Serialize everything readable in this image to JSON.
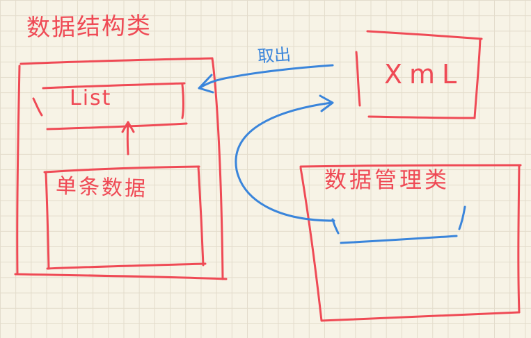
{
  "diagram": {
    "data_structure_class": {
      "title": "数据结构类",
      "list_label": "List",
      "single_data_label": "单条数据"
    },
    "xml_box": {
      "label": "XmL"
    },
    "data_manager_class": {
      "title": "数据管理类"
    },
    "arrows": {
      "take_out_label": "取出"
    },
    "colors": {
      "red_ink": "#ef4a55",
      "blue_ink": "#3a85db",
      "paper": "#f7f3e6",
      "grid": "#e3dccb"
    }
  }
}
